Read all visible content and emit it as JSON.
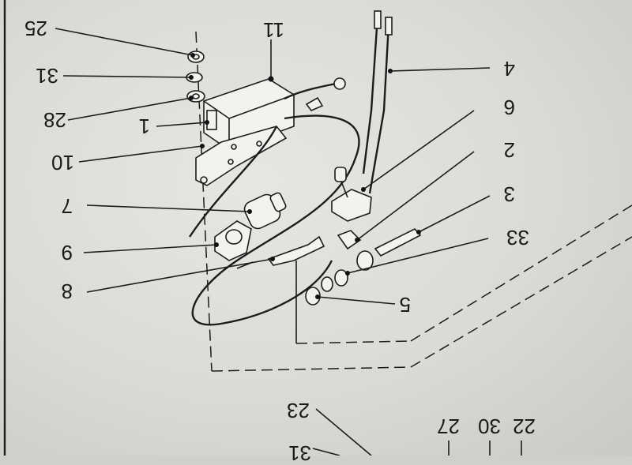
{
  "callouts": [
    {
      "id": "25",
      "text": "25"
    },
    {
      "id": "31",
      "text": "31"
    },
    {
      "id": "28",
      "text": "28"
    },
    {
      "id": "11",
      "text": "11"
    },
    {
      "id": "4",
      "text": "4"
    },
    {
      "id": "6",
      "text": "6"
    },
    {
      "id": "1",
      "text": "1"
    },
    {
      "id": "10",
      "text": "10"
    },
    {
      "id": "2",
      "text": "2"
    },
    {
      "id": "3",
      "text": "3"
    },
    {
      "id": "7",
      "text": "7"
    },
    {
      "id": "33",
      "text": "33"
    },
    {
      "id": "9",
      "text": "9"
    },
    {
      "id": "8",
      "text": "8"
    },
    {
      "id": "5",
      "text": "5"
    },
    {
      "id": "23",
      "text": "23"
    },
    {
      "id": "22",
      "text": "22"
    },
    {
      "id": "30",
      "text": "30"
    },
    {
      "id": "27",
      "text": "27"
    },
    {
      "id": "31b",
      "text": "31"
    }
  ]
}
